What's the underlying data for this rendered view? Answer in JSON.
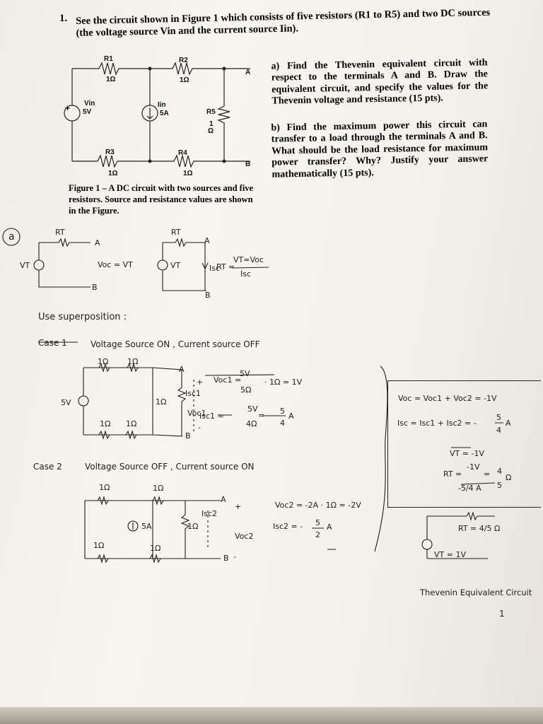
{
  "question": {
    "number": "1.",
    "text": "See the circuit shown in Figure 1 which consists of five resistors (R1 to R5) and two DC sources (the voltage source Vin and the current source Iin)."
  },
  "part_a": "a) Find the Thevenin equivalent circuit with respect to the terminals A and B. Draw the equivalent circuit, and specify the values for the Thevenin voltage and resistance (15 pts).",
  "part_b": "b) Find the maximum power this circuit can transfer to a load through the terminals A and B. What should be the load resistance for maximum power transfer? Why? Justify your answer mathematically (15 pts).",
  "figure": {
    "caption": "Figure 1 – A DC circuit with two sources and five resistors. Source and resistance values are shown in the Figure.",
    "labels": {
      "r1": "R1",
      "r2": "R2",
      "r3": "R3",
      "r4": "R4",
      "r5": "R5",
      "r1_val": "1Ω",
      "r2_val": "1Ω",
      "r3_val": "1Ω",
      "r4_val": "1Ω",
      "r5_val_1": "1",
      "r5_val_2": "Ω",
      "vin": "Vin",
      "vin_val": "5V",
      "iin": "Iin",
      "iin_val": "5A",
      "term_a": "A",
      "term_b": "B"
    }
  },
  "handwritten": {
    "circle_a": "a",
    "rt1": "RT",
    "a1": "A",
    "b1": "B",
    "vt1": "VT",
    "voc_eq": "Voc = VT",
    "rt2": "RT",
    "a2": "A",
    "b2": "B",
    "vt2": "VT",
    "isc": "Isc",
    "rt_formula_lhs": "RT =",
    "rt_formula_num": "VT=Voc",
    "rt_formula_den": "Isc",
    "superposition": "Use superposition :",
    "case1_title": "Case 1",
    "case1_desc": "Voltage Source ON , Current source OFF",
    "c1_r_top1": "1Ω",
    "c1_r_top2": "1Ω",
    "c1_r_bot1": "1Ω",
    "c1_r_bot2": "1Ω",
    "c1_r_mid": "1Ω",
    "c1_src": "5V",
    "c1_a": "A",
    "c1_b": "B",
    "c1_plus": "+",
    "c1_minus": "-",
    "c1_isc": "Isc1",
    "c1_voc": "Voc1",
    "c1_voc_eq_lhs": "Voc1 =",
    "c1_voc_num": "5V",
    "c1_voc_den": "5Ω",
    "c1_voc_rhs": "· 1Ω = 1V",
    "c1_isc_eq_lhs": "Isc1 =",
    "c1_isc_num": "5V",
    "c1_isc_den": "4Ω",
    "c1_isc_mid": "=",
    "c1_isc_num2": "5",
    "c1_isc_den2": "4",
    "c1_isc_unit": "A",
    "case2_title": "Case 2",
    "case2_desc": "Voltage Source OFF , Current source ON",
    "c2_r_top1": "1Ω",
    "c2_r_top2": "1Ω",
    "c2_r_bot1": "1Ω",
    "c2_r_bot2": "1Ω",
    "c2_r_mid": "1Ω",
    "c2_src": "5A",
    "c2_a": "A",
    "c2_b": "B",
    "c2_plus": "+",
    "c2_minus": "-",
    "c2_isc": "Isc2",
    "c2_voc": "Voc2",
    "c2_voc_eq": "Voc2 = -2A · 1Ω = -2V",
    "c2_isc_eq_lhs": "Isc2 = -",
    "c2_isc_num": "5",
    "c2_isc_den": "2",
    "c2_isc_unit": "A",
    "sum_voc": "Voc = Voc1 + Voc2 = -1V",
    "sum_isc_lhs": "Isc = Isc1 + Isc2 = -",
    "sum_isc_num": "5",
    "sum_isc_den": "4",
    "sum_isc_unit": "A",
    "vt_result": "VT = -1V",
    "rt_res_lhs": "RT =",
    "rt_res_num": "-1V",
    "rt_res_den": "-5/4 A",
    "rt_res_mid": "=",
    "rt_res_num2": "4",
    "rt_res_den2": "5",
    "rt_res_unit": "Ω",
    "eq_rt": "RT = 4/5 Ω",
    "eq_vt": "VT = 1V",
    "eq_title": "Thevenin Equivalent Circuit",
    "page_number": "1"
  }
}
